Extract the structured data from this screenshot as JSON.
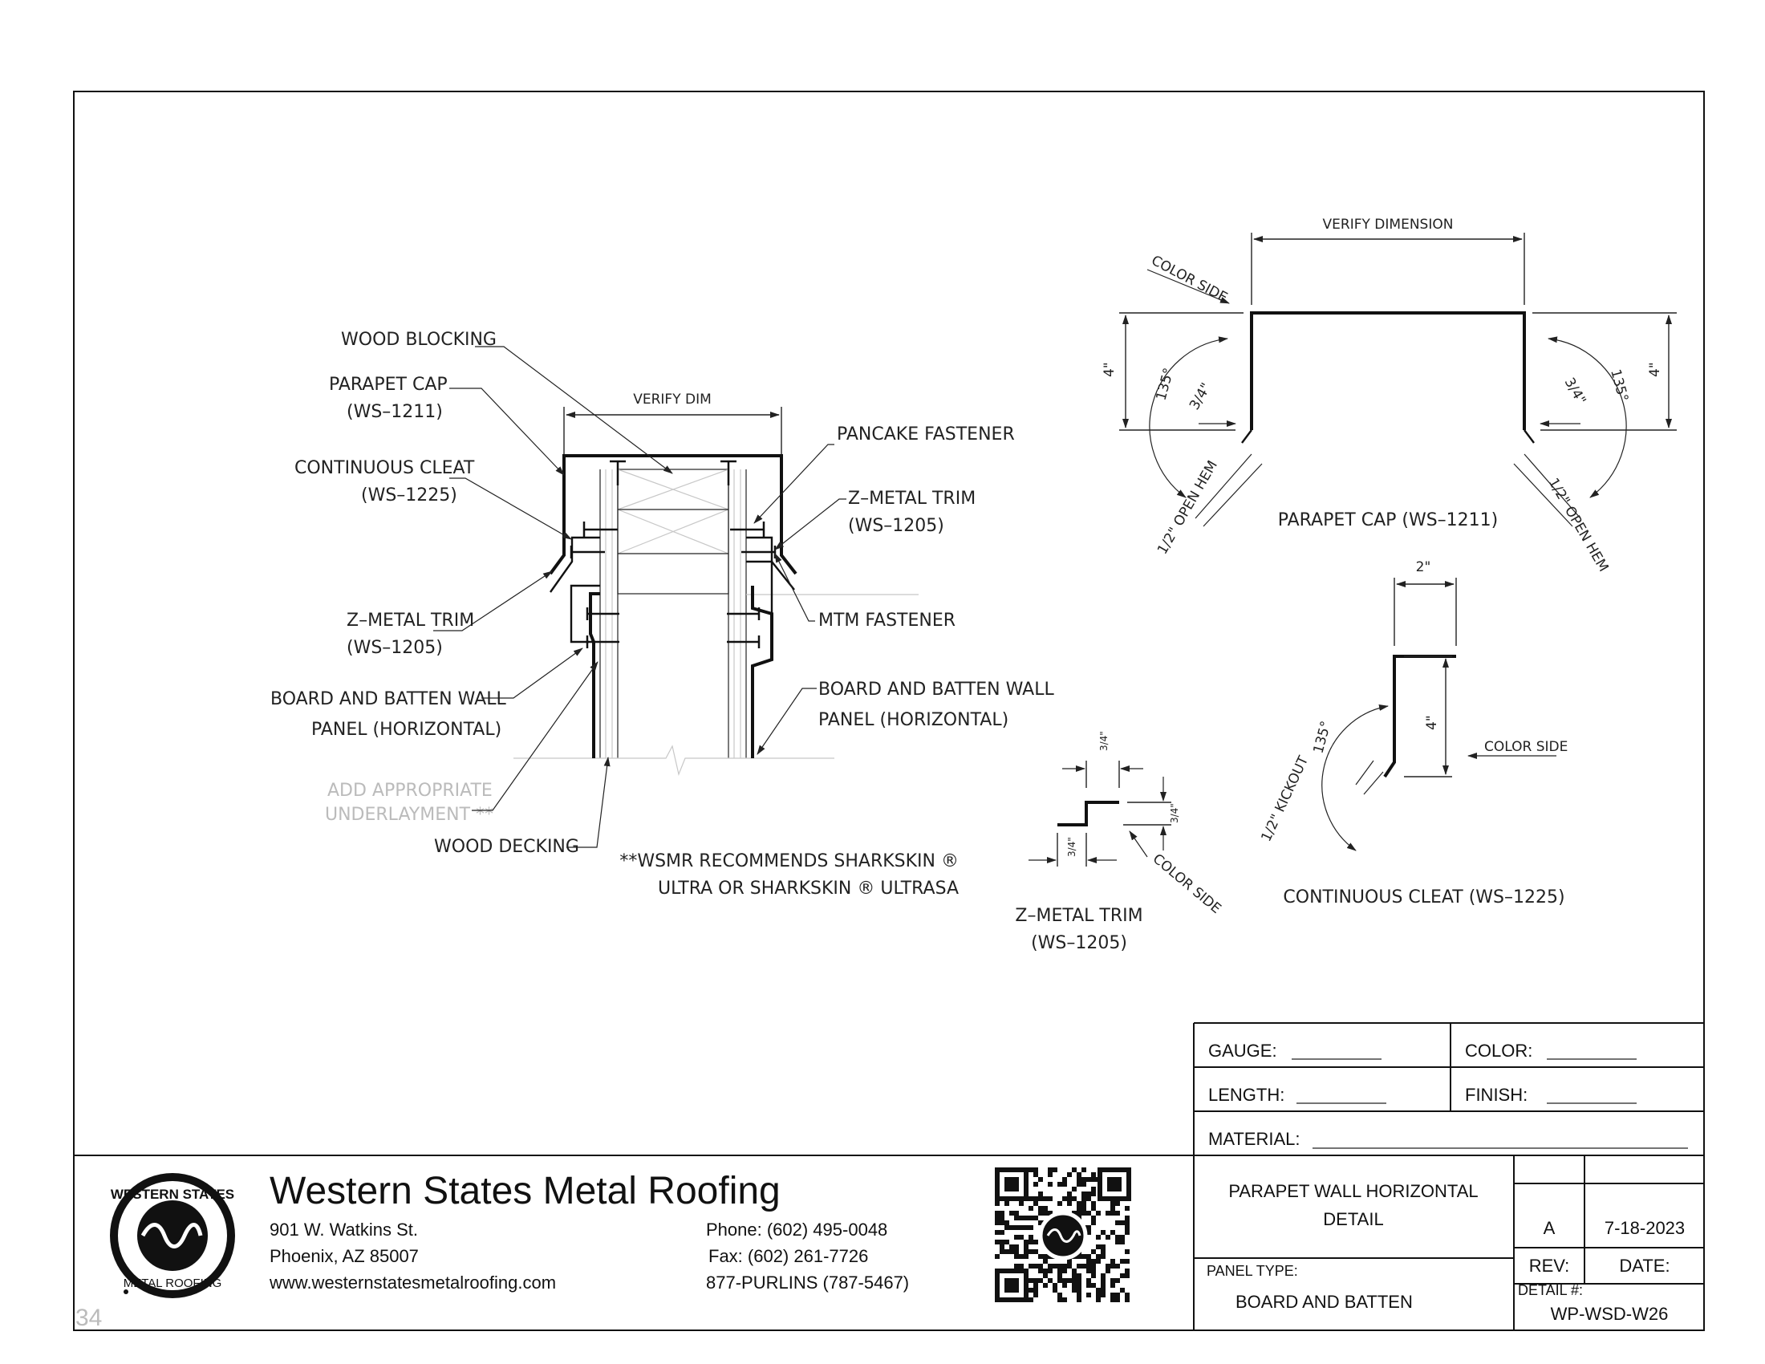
{
  "main_detail": {
    "labels": {
      "wood_blocking": "WOOD BLOCKING",
      "parapet_cap": "PARAPET CAP",
      "parapet_cap_code": "(WS–1211)",
      "continuous_cleat": "CONTINUOUS CLEAT",
      "continuous_cleat_code": "(WS–1225)",
      "z_metal_trim_left": "Z–METAL TRIM",
      "z_metal_trim_left_code": "(WS–1205)",
      "board_batten_left_1": "BOARD AND BATTEN WALL",
      "board_batten_left_2": "PANEL (HORIZONTAL)",
      "underlayment_1": "ADD APPROPRIATE",
      "underlayment_2": "UNDERLAYMENT **",
      "wood_decking": "WOOD DECKING",
      "verify_dim": "VERIFY DIM",
      "pancake_fastener": "PANCAKE FASTENER",
      "z_metal_trim_right": "Z–METAL TRIM",
      "z_metal_trim_right_code": "(WS–1205)",
      "mtm_fastener": "MTM FASTENER",
      "board_batten_right_1": "BOARD AND BATTEN WALL",
      "board_batten_right_2": "PANEL (HORIZONTAL)"
    },
    "note_1": "**WSMR RECOMMENDS SHARKSKIN ®",
    "note_2": "ULTRA OR SHARKSKIN ® ULTRASA"
  },
  "parapet_cap_detail": {
    "verify_dimension": "VERIFY DIMENSION",
    "color_side": "COLOR SIDE",
    "height_left": "4\"",
    "height_right": "4\"",
    "angle_left": "135°",
    "angle_right": "135°",
    "hem_left": "3/4\"",
    "hem_right": "3/4\"",
    "open_hem_left": "1/2\" OPEN HEM",
    "open_hem_right": "1/2\" OPEN HEM",
    "caption": "PARAPET CAP (WS–1211)"
  },
  "continuous_cleat_detail": {
    "width": "2\"",
    "height": "4\"",
    "angle": "135°",
    "kickout": "1/2\" KICKOUT",
    "color_side": "COLOR SIDE",
    "caption": "CONTINUOUS CLEAT (WS–1225)"
  },
  "z_trim_detail": {
    "dim_top": "3/4\"",
    "dim_right": "3/4\"",
    "dim_bottom": "3/4\"",
    "color_side": "COLOR SIDE",
    "caption_1": "Z–METAL TRIM",
    "caption_2": "(WS–1205)"
  },
  "spec_table": {
    "gauge": "GAUGE:",
    "color": "COLOR:",
    "length": "LENGTH:",
    "finish": "FINISH:",
    "material": "MATERIAL:"
  },
  "title_block": {
    "company": "Western States Metal Roofing",
    "address_1": "901 W. Watkins St.",
    "address_2": "Phoenix, AZ 85007",
    "website": "www.westernstatesmetalroofing.com",
    "phone": "Phone: (602) 495-0048",
    "fax": "Fax: (602) 261-7726",
    "tollfree": "877-PURLINS (787-5467)",
    "logo_top": "WESTERN STATES",
    "logo_bottom": "METAL ROOFING",
    "detail_title_1": "PARAPET WALL HORIZONTAL",
    "detail_title_2": "DETAIL",
    "panel_type_label": "PANEL TYPE:",
    "panel_type": "BOARD AND BATTEN",
    "rev": "A",
    "date": "7-18-2023",
    "rev_label": "REV:",
    "date_label": "DATE:",
    "detail_no_label": "DETAIL #:",
    "detail_no": "WP-WSD-W26",
    "page_mark": "34"
  }
}
